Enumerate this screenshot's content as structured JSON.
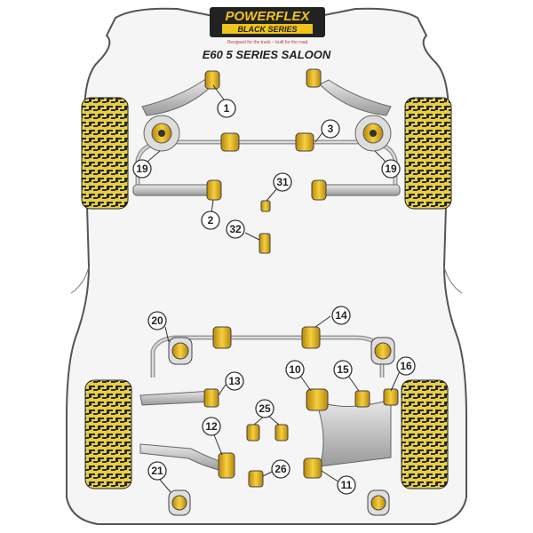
{
  "brand": {
    "logo_text": "POWERFLEX",
    "series_badge": "BLACK SERIES",
    "tagline": "Designed for the track – built for the road"
  },
  "model_title": "E60 5 SERIES SALOON",
  "callouts": [
    {
      "id": "c1",
      "label": "1"
    },
    {
      "id": "c3",
      "label": "3"
    },
    {
      "id": "c19l",
      "label": "19"
    },
    {
      "id": "c19r",
      "label": "19"
    },
    {
      "id": "c31",
      "label": "31"
    },
    {
      "id": "c2",
      "label": "2"
    },
    {
      "id": "c32",
      "label": "32"
    },
    {
      "id": "c20",
      "label": "20"
    },
    {
      "id": "c14",
      "label": "14"
    },
    {
      "id": "c13",
      "label": "13"
    },
    {
      "id": "c10",
      "label": "10"
    },
    {
      "id": "c15",
      "label": "15"
    },
    {
      "id": "c16",
      "label": "16"
    },
    {
      "id": "c25",
      "label": "25"
    },
    {
      "id": "c12",
      "label": "12"
    },
    {
      "id": "c26",
      "label": "26"
    },
    {
      "id": "c21",
      "label": "21"
    },
    {
      "id": "c11",
      "label": "11"
    }
  ],
  "colors": {
    "tyre": "#e8d24a",
    "tread": "#2a2a2a",
    "bush_yellow": "#f0c419",
    "bush_dark": "#333333",
    "metal": "#c8c8c8",
    "body": "#f4f4f4",
    "outline": "#444444"
  }
}
